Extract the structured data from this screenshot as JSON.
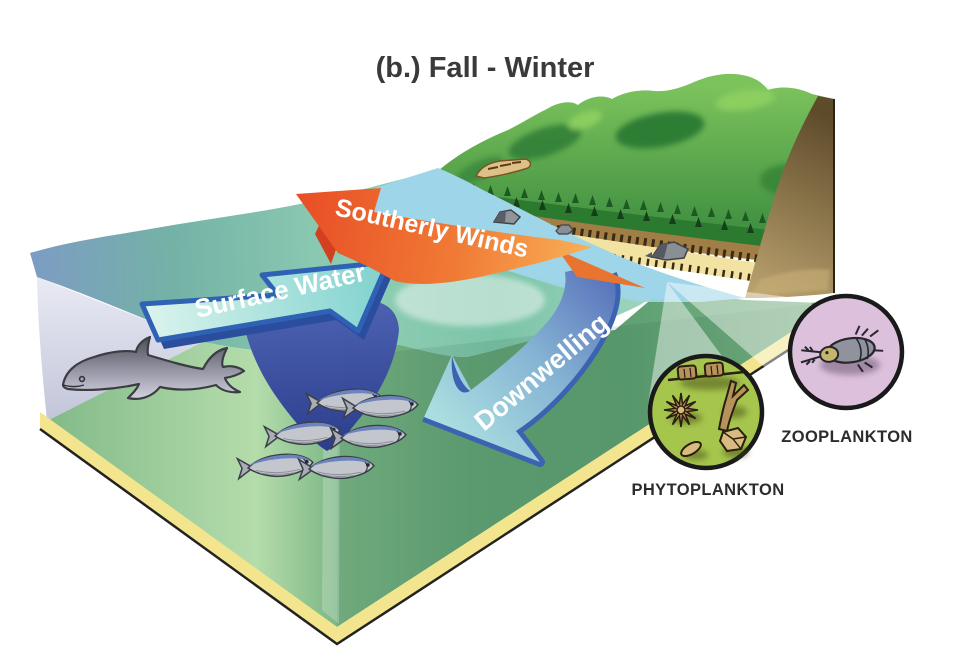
{
  "title": "(b.) Fall - Winter",
  "arrows": {
    "southerly_winds": {
      "label": "Southerly Winds",
      "color_start": "#e84e26",
      "color_end": "#f9b057"
    },
    "surface_water": {
      "label": "Surface Water",
      "fill": "#a9e0da",
      "border": "#2f62b5"
    },
    "downwelling": {
      "label": "Downwelling",
      "color_start": "#5a73bc",
      "color_end": "#aadde0"
    }
  },
  "insets": {
    "phytoplankton": {
      "label": "PHYTOPLANKTON",
      "circle_fill": "#a6c54d",
      "border": "#1a1a1a"
    },
    "zooplankton": {
      "label": "ZOOPLANKTON",
      "circle_fill": "#dcc0dc",
      "border": "#1a1a1a"
    }
  },
  "scene": {
    "background": "#ffffff",
    "ocean_deep_blue": "#7d9cc4",
    "ocean_teal": "#7cc4a8",
    "cross_section_face": "#dcdde9",
    "front_face_green": "#6fae7e",
    "seafloor_band": "#f2e58e",
    "mountain_green": "#55a44a",
    "forest_green": "#2c7a30",
    "bluff_brown": "#a07e45",
    "beach_sand": "#f2e3a3",
    "nearshore_water": "#9fd5e8",
    "cliff_tan": "#8a7448",
    "subducting_water": "#3a4d9e"
  }
}
